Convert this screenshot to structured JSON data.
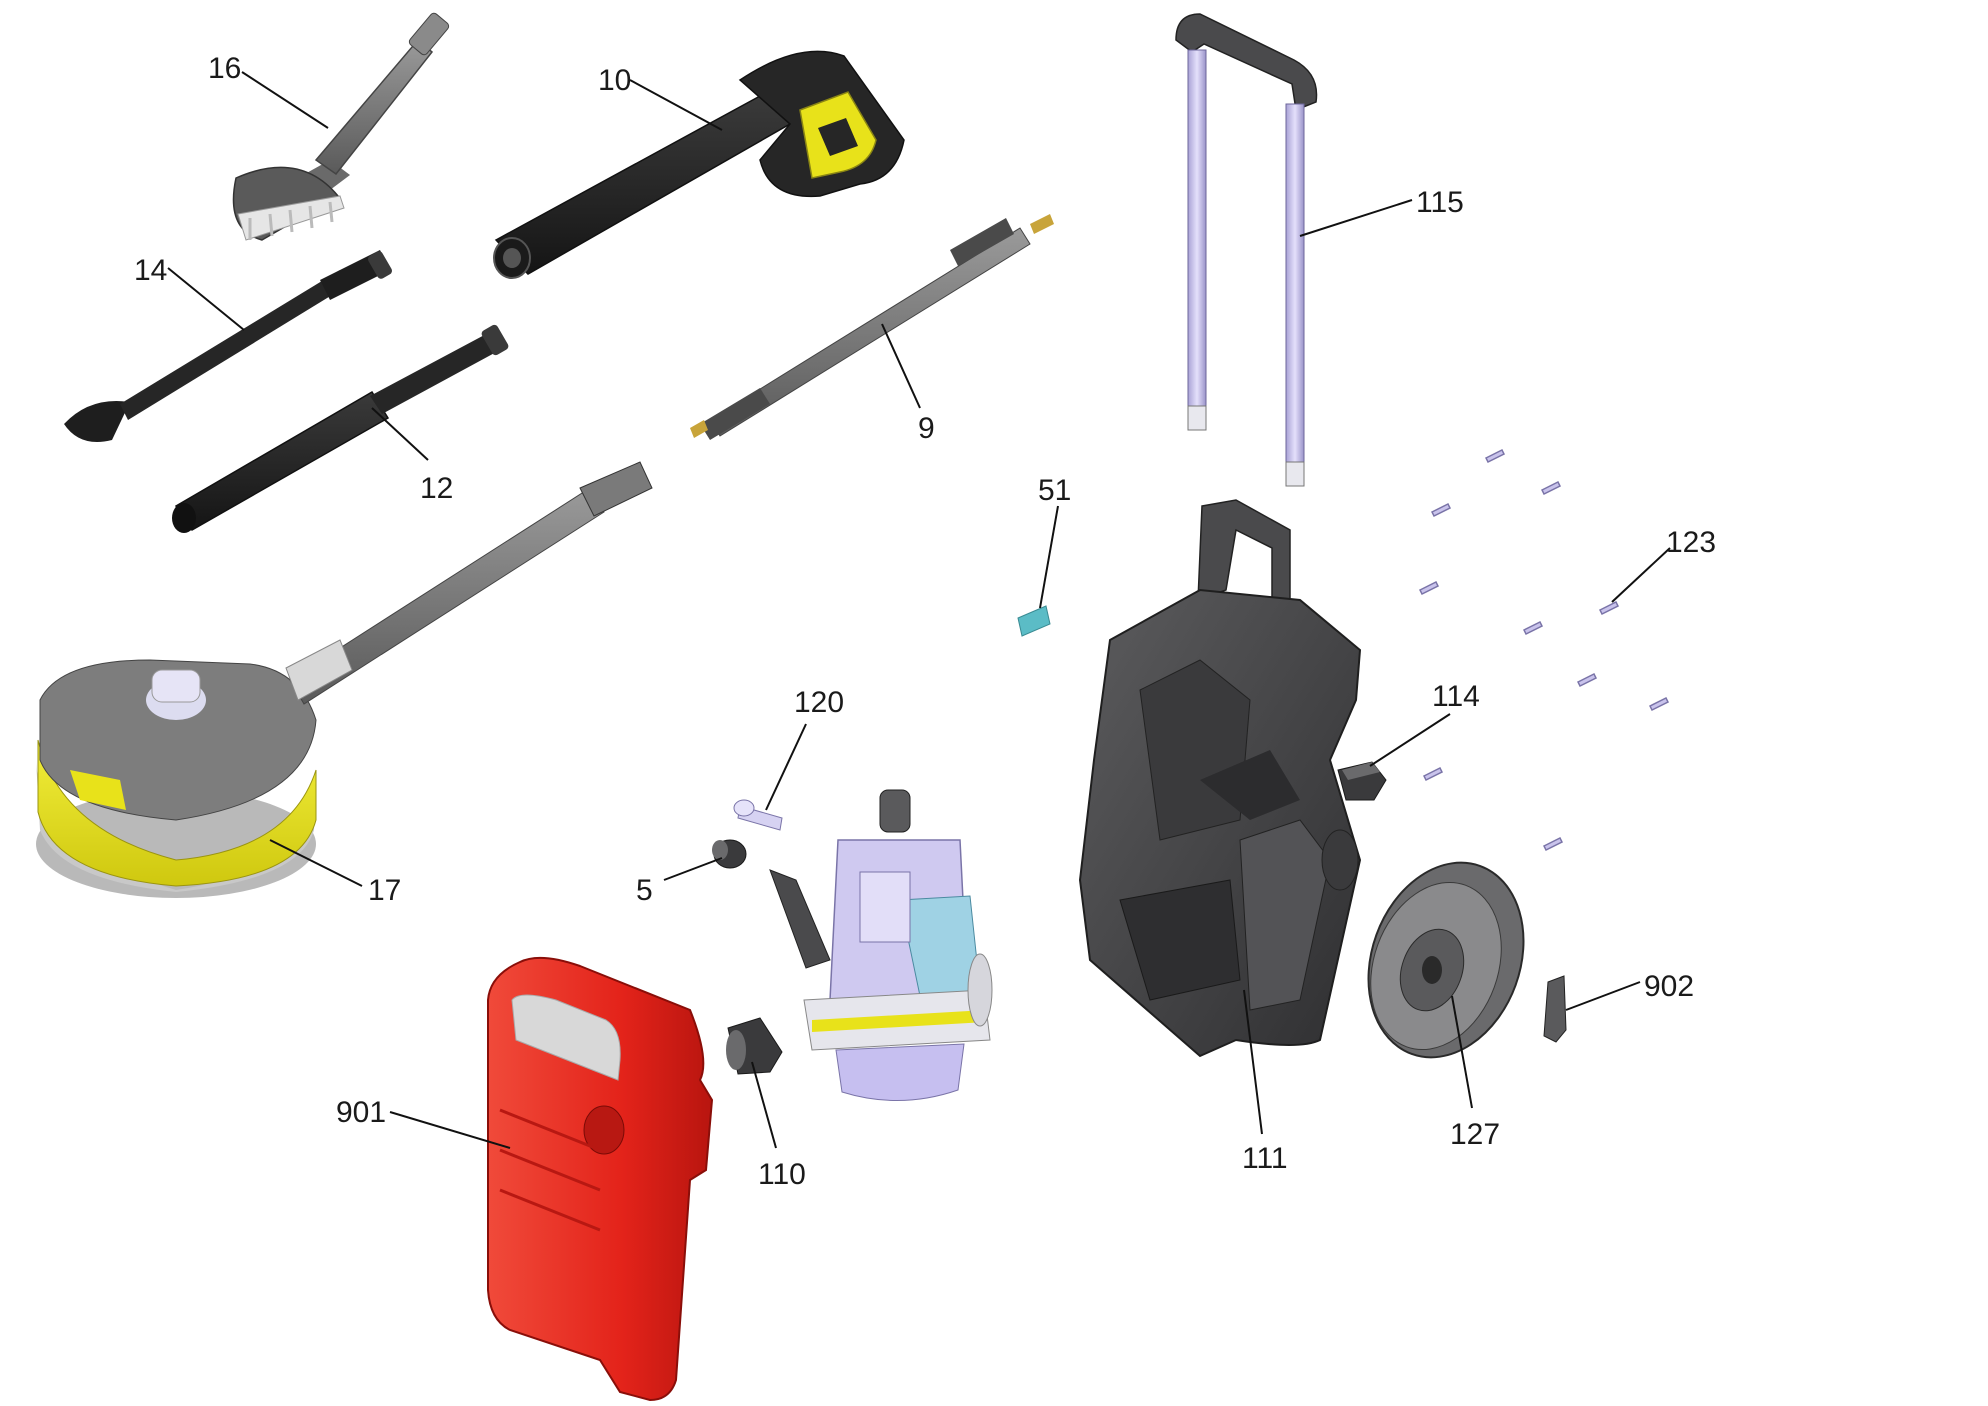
{
  "diagram": {
    "parts": [
      {
        "key": "p16",
        "label": "16"
      },
      {
        "key": "p10",
        "label": "10"
      },
      {
        "key": "p14",
        "label": "14"
      },
      {
        "key": "p12",
        "label": "12"
      },
      {
        "key": "p9",
        "label": "9"
      },
      {
        "key": "p17",
        "label": "17"
      },
      {
        "key": "p115",
        "label": "115"
      },
      {
        "key": "p51",
        "label": "51"
      },
      {
        "key": "p123",
        "label": "123"
      },
      {
        "key": "p120",
        "label": "120"
      },
      {
        "key": "p114",
        "label": "114"
      },
      {
        "key": "p5",
        "label": "5"
      },
      {
        "key": "p902",
        "label": "902"
      },
      {
        "key": "p901",
        "label": "901"
      },
      {
        "key": "p110",
        "label": "110"
      },
      {
        "key": "p111",
        "label": "111"
      },
      {
        "key": "p127",
        "label": "127"
      }
    ],
    "colors": {
      "accessory_black": "#262626",
      "accessory_grey": "#6d6d6d",
      "accent_yellow": "#e8e21a",
      "housing_dark": "#4a4a4c",
      "cover_red": "#e8231b",
      "handle_tube": "#cfc9f0",
      "label_teal": "#5bbcc6",
      "pump_lilac": "#bfb6e6"
    }
  }
}
